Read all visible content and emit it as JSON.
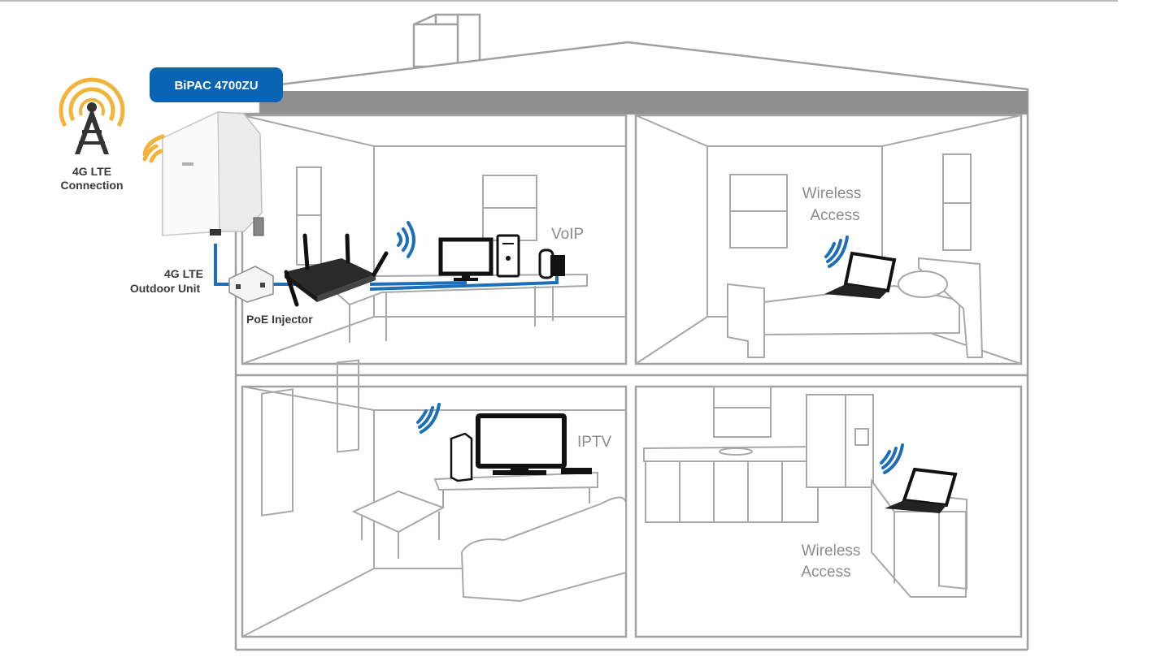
{
  "product_badge": "BiPAC 4700ZU",
  "tower": {
    "line1": "4G LTE",
    "line2": "Connection"
  },
  "outdoor_unit": {
    "line1": "4G LTE",
    "line2": "Outdoor Unit"
  },
  "injector": "PoE Injector",
  "voip": "VoIP",
  "iptv": "IPTV",
  "wireless_top": {
    "line1": "Wireless",
    "line2": "Access"
  },
  "wireless_bottom": {
    "line1": "Wireless",
    "line2": "Access"
  },
  "colors": {
    "badge": "#0a64b4",
    "cable": "#1c6fb8",
    "signal": "#f2b33a",
    "wall": "#9a9a9a"
  }
}
